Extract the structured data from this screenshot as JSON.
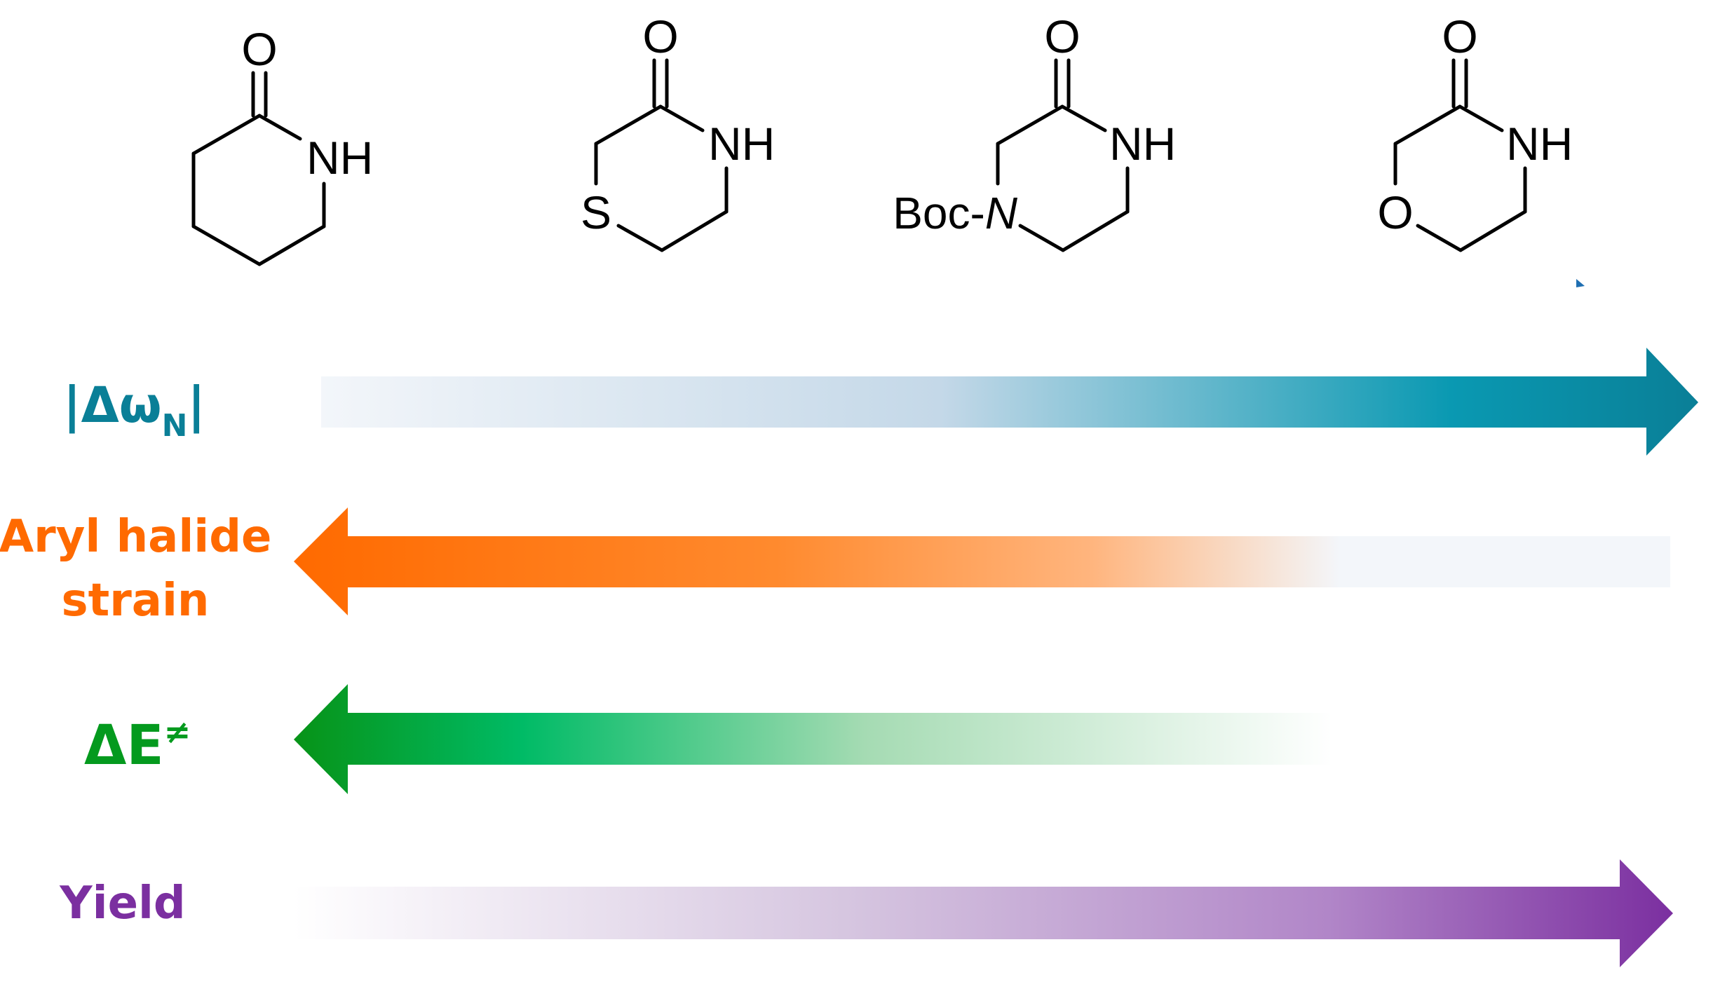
{
  "molecules": [
    {
      "carbonyl_label": "O",
      "nh_label": "NH"
    },
    {
      "carbonyl_label": "O",
      "nh_label": "NH",
      "hetero_label": "S"
    },
    {
      "carbonyl_label": "O",
      "nh_label": "NH",
      "substituent_prefix": "Boc-",
      "substituent_atom": "N"
    },
    {
      "carbonyl_label": "O",
      "nh_label": "NH",
      "hetero_label": "O"
    }
  ],
  "trends": [
    {
      "label_main": "|Δω",
      "label_sub": "N",
      "label_end": "|",
      "direction": "right",
      "color": "#0a7f97",
      "start_color": "#f3f6fa"
    },
    {
      "label_line1": "Aryl halide",
      "label_line2": "strain",
      "direction": "left",
      "color": "#ff6a00",
      "start_color": "#f3f6fa"
    },
    {
      "label_main": "ΔE",
      "label_sup": "≠",
      "direction": "left",
      "color": "#049a1e",
      "start_color": "#ffffff"
    },
    {
      "label_main": "Yield",
      "direction": "right",
      "color": "#7b2fa0",
      "start_color": "#ffffff"
    }
  ]
}
